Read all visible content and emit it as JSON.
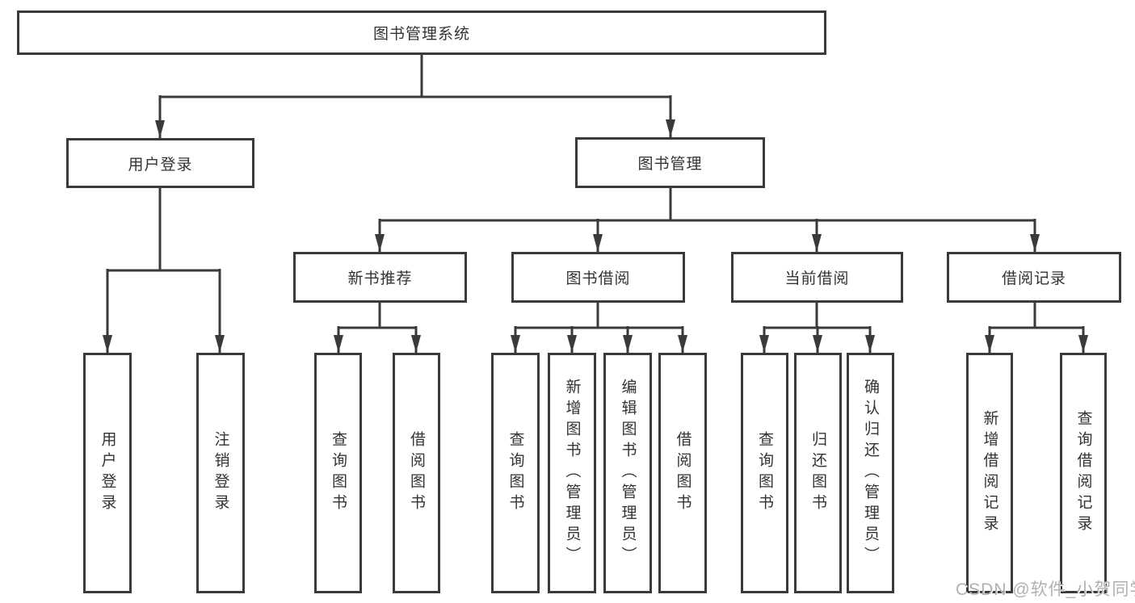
{
  "diagram": {
    "root": {
      "label": "图书管理系统"
    },
    "branches": [
      {
        "label": "用户登录",
        "children": [
          {
            "label": "用户登录"
          },
          {
            "label": "注销登录"
          }
        ]
      },
      {
        "label": "图书管理",
        "children": [
          {
            "label": "新书推荐",
            "children": [
              {
                "label": "查询图书"
              },
              {
                "label": "借阅图书"
              }
            ]
          },
          {
            "label": "图书借阅",
            "children": [
              {
                "label": "查询图书"
              },
              {
                "label": "新增图书（管理员）"
              },
              {
                "label": "编辑图书（管理员）"
              },
              {
                "label": "借阅图书"
              }
            ]
          },
          {
            "label": "当前借阅",
            "children": [
              {
                "label": "查询图书"
              },
              {
                "label": "归还图书"
              },
              {
                "label": "确认归还（管理员）"
              }
            ]
          },
          {
            "label": "借阅记录",
            "children": [
              {
                "label": "新增借阅记录"
              },
              {
                "label": "查询借阅记录"
              }
            ]
          }
        ]
      }
    ]
  },
  "watermark": "CSDN @软件_小贺同学",
  "colors": {
    "line": "#3a3a3a",
    "text": "#333333",
    "watermark": "#b0b0b0",
    "background": "#ffffff"
  }
}
